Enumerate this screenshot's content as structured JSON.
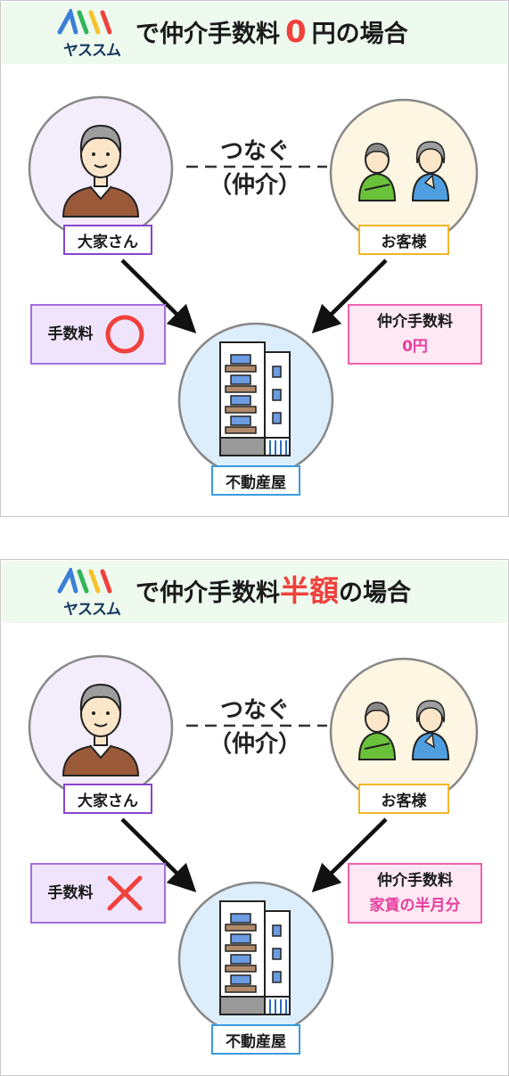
{
  "brand": {
    "logo_text": "ヤススム",
    "logo_colors": [
      "#3b7fd8",
      "#32b45a",
      "#f7c22c",
      "#f0413d"
    ]
  },
  "panels": [
    {
      "title_prefix": "で仲介手数料",
      "title_highlight": "0",
      "title_suffix": "円の場合",
      "connect_line1": "つなぐ",
      "connect_line2": "（仲介）",
      "owner_label": "大家さん",
      "guest_label": "お客様",
      "agency_label": "不動産屋",
      "fee_label": "手数料",
      "fee_mark": "circle",
      "cost_line1": "仲介手数料",
      "cost_line2": "0円"
    },
    {
      "title_prefix": "で仲介手数料",
      "title_highlight": "半額",
      "title_suffix": "の場合",
      "connect_line1": "つなぐ",
      "connect_line2": "（仲介）",
      "owner_label": "大家さん",
      "guest_label": "お客様",
      "agency_label": "不動産屋",
      "fee_label": "手数料",
      "fee_mark": "cross",
      "cost_line1": "仲介手数料",
      "cost_line2": "家賃の半月分"
    }
  ],
  "colors": {
    "highlight_red": "#f0413d",
    "highlight_pink": "#e83f9f",
    "owner_circle_bg": "#f3ecfb",
    "guest_circle_bg": "#fdf6e2",
    "agency_circle_bg": "#dcedfb"
  }
}
